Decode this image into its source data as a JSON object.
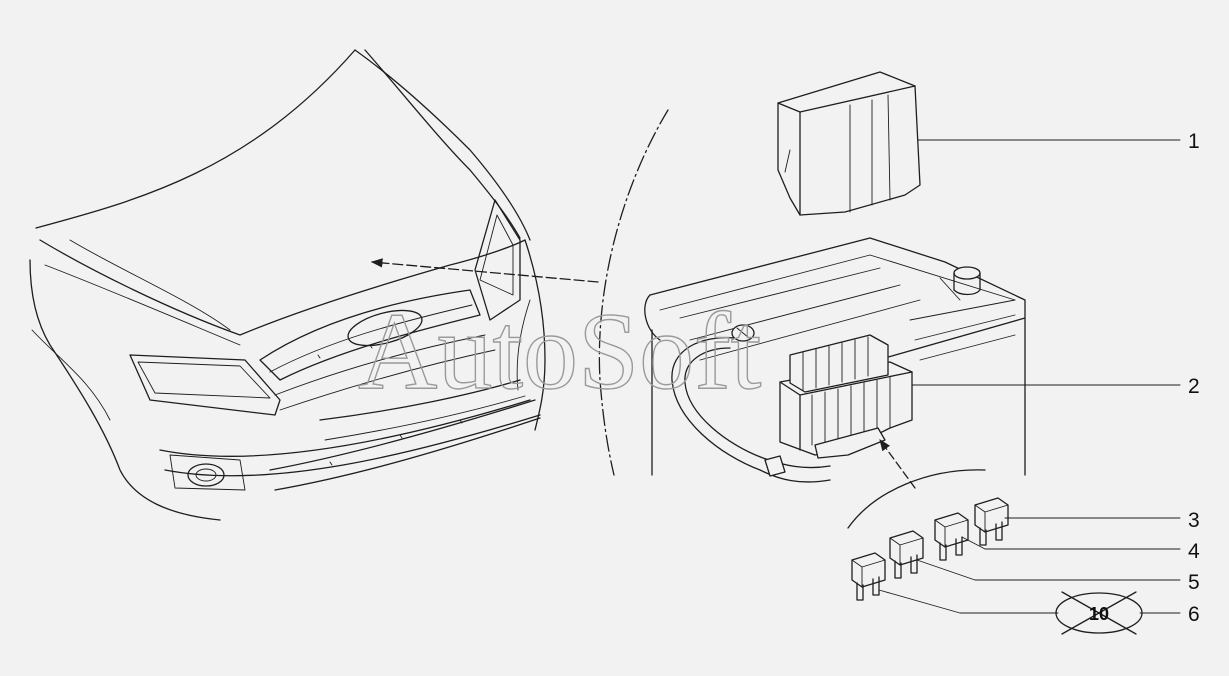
{
  "watermark": "AutoSoft",
  "callouts": [
    "1",
    "2",
    "3",
    "4",
    "5",
    "6"
  ],
  "quantity_badge": "10"
}
